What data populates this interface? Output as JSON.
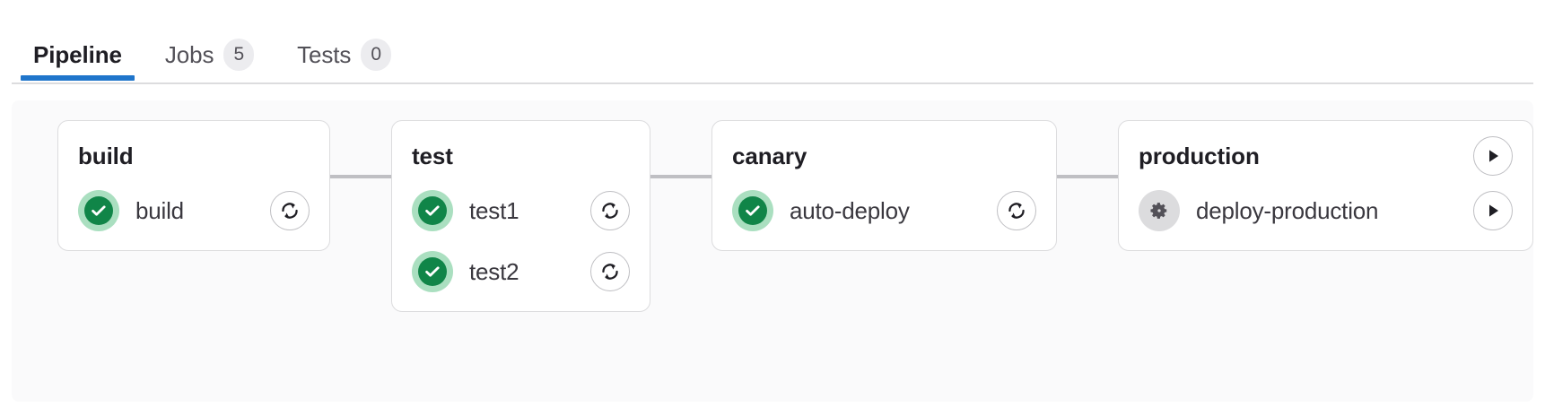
{
  "tabs": [
    {
      "label": "Pipeline",
      "badge": null,
      "active": true,
      "name": "tab-pipeline"
    },
    {
      "label": "Jobs",
      "badge": "5",
      "active": false,
      "name": "tab-jobs"
    },
    {
      "label": "Tests",
      "badge": "0",
      "active": false,
      "name": "tab-tests"
    }
  ],
  "colors": {
    "accent": "#1f75cb",
    "success": "#108548",
    "success_halo": "#aadfc0",
    "manual_halo": "#dcdcde",
    "connector": "#bfbfc3",
    "card_border": "#dcdcde",
    "graph_background": "#fafafb"
  },
  "pipeline": {
    "stages": [
      {
        "name": "build",
        "title": "build",
        "header_action": null,
        "jobs": [
          {
            "name": "build",
            "status": "success",
            "status_icon": "check-icon",
            "action": "retry",
            "action_icon": "retry-icon"
          }
        ]
      },
      {
        "name": "test",
        "title": "test",
        "header_action": null,
        "jobs": [
          {
            "name": "test1",
            "status": "success",
            "status_icon": "check-icon",
            "action": "retry",
            "action_icon": "retry-icon"
          },
          {
            "name": "test2",
            "status": "success",
            "status_icon": "check-icon",
            "action": "retry",
            "action_icon": "retry-icon"
          }
        ]
      },
      {
        "name": "canary",
        "title": "canary",
        "header_action": null,
        "jobs": [
          {
            "name": "auto-deploy",
            "status": "success",
            "status_icon": "check-icon",
            "action": "retry",
            "action_icon": "retry-icon"
          }
        ]
      },
      {
        "name": "production",
        "title": "production",
        "header_action": "play",
        "header_action_icon": "play-icon",
        "jobs": [
          {
            "name": "deploy-production",
            "status": "manual",
            "status_icon": "gear-icon",
            "action": "play",
            "action_icon": "play-icon"
          }
        ]
      }
    ]
  }
}
